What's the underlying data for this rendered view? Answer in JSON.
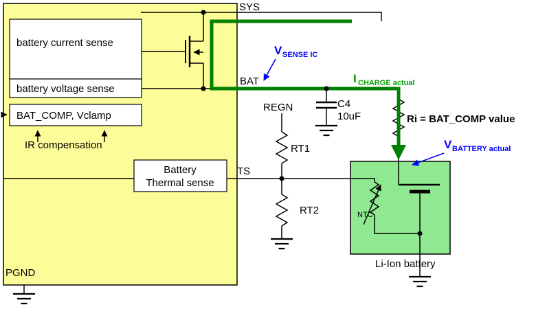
{
  "ic": {
    "current_sense": "battery current sense",
    "voltage_sense": "battery voltage sense",
    "bat_comp": "BAT_COMP, Vclamp",
    "ir_compensation": "IR compensation",
    "thermal_line1": "Battery",
    "thermal_line2": "Thermal sense",
    "pgnd": "PGND"
  },
  "pins": {
    "sys": "SYS",
    "bat": "BAT",
    "regn": "REGN",
    "ts": "TS"
  },
  "components": {
    "c4": "C4",
    "c4_value": "10uF",
    "rt1": "RT1",
    "rt2": "RT2",
    "ri": "Ri = BAT_COMP value",
    "ntc": "NTC",
    "battery": "Li-Ion battery"
  },
  "annotations": {
    "v_sense_main": "V",
    "v_sense_sub": "SENSE IC",
    "i_charge_main": "I",
    "i_charge_sub": "CHARGE actual",
    "v_battery_main": "V",
    "v_battery_sub": "BATTERY actual"
  },
  "colors": {
    "ic_fill": "#FCFC99",
    "battery_fill": "#90E890",
    "path_green": "#008000",
    "annotation_blue": "#0000FF",
    "annotation_green": "#00A000"
  }
}
